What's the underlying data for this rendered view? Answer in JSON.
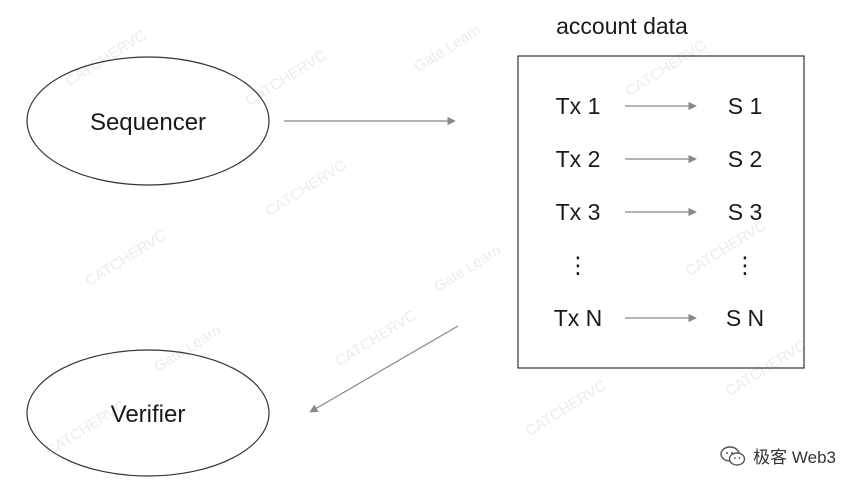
{
  "nodes": {
    "sequencer": "Sequencer",
    "verifier": "Verifier"
  },
  "account_box": {
    "title": "account data",
    "rows": [
      {
        "tx": "Tx 1",
        "state": "S 1"
      },
      {
        "tx": "Tx 2",
        "state": "S 2"
      },
      {
        "tx": "Tx 3",
        "state": "S 3"
      },
      {
        "tx": "⋮",
        "state": "⋮"
      },
      {
        "tx": "Tx N",
        "state": "S N"
      }
    ]
  },
  "watermark": {
    "brand": "CATCHERVC",
    "secondary": "Gate Learn"
  },
  "credit": {
    "icon": "wechat-icon",
    "label": "极客 Web3"
  },
  "colors": {
    "line": "#888888",
    "stroke": "#333333",
    "watermark": "#ececec"
  }
}
